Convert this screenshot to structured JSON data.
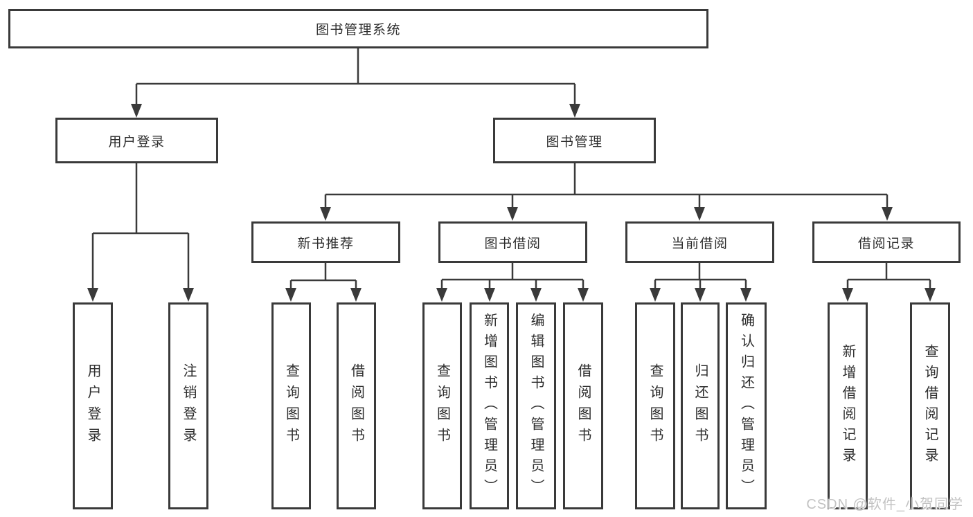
{
  "colors": {
    "background": "#ffffff",
    "box_border": "#3a3a3a",
    "connector_line": "#3a3a3a",
    "text": "#2d2d2d",
    "watermark_text": "#c3c3c3"
  },
  "watermark": {
    "text": "CSDN @软件_小贺同学"
  },
  "tree": {
    "root": {
      "label": "图书管理系统",
      "children": [
        {
          "label": "用户登录",
          "children": [
            {
              "label": "用户登录"
            },
            {
              "label": "注销登录"
            }
          ]
        },
        {
          "label": "图书管理",
          "children": [
            {
              "label": "新书推荐",
              "children": [
                {
                  "label": "查询图书"
                },
                {
                  "label": "借阅图书"
                }
              ]
            },
            {
              "label": "图书借阅",
              "children": [
                {
                  "label": "查询图书"
                },
                {
                  "label": "新增图书（管理员）"
                },
                {
                  "label": "编辑图书（管理员）"
                },
                {
                  "label": "借阅图书"
                }
              ]
            },
            {
              "label": "当前借阅",
              "children": [
                {
                  "label": "查询图书"
                },
                {
                  "label": "归还图书"
                },
                {
                  "label": "确认归还（管理员）"
                }
              ]
            },
            {
              "label": "借阅记录",
              "children": [
                {
                  "label": "新增借阅记录"
                },
                {
                  "label": "查询借阅记录"
                }
              ]
            }
          ]
        }
      ]
    }
  }
}
